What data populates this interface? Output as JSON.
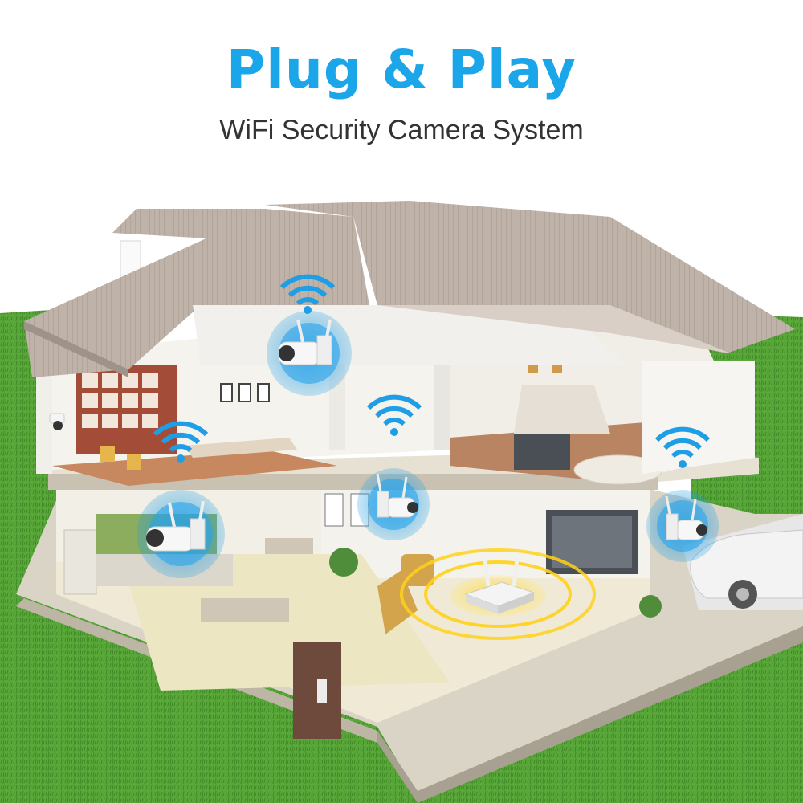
{
  "header": {
    "title": "Plug & Play",
    "subtitle": "WiFi Security Camera System"
  },
  "colors": {
    "title": "#1ba6ea",
    "subtitle": "#333333",
    "grass": "#5aa83a",
    "roof": "#b9aaa0",
    "wifi": "#1e9ee6",
    "router_glow": "#ffd21a"
  },
  "scene": {
    "camera_count": 4,
    "router_count": 1,
    "icons": [
      "wifi-signal-icon",
      "security-camera-icon",
      "router-icon",
      "house-illustration",
      "car-illustration"
    ]
  }
}
